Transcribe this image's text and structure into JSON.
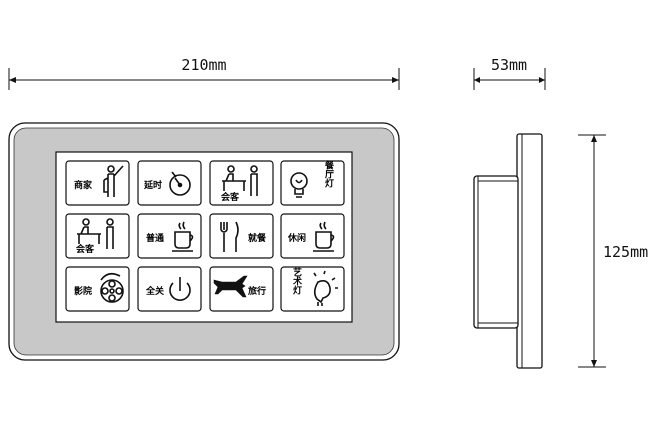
{
  "dimensions": {
    "width": "210mm",
    "depth": "53mm",
    "height": "125mm"
  },
  "buttons": [
    {
      "label": "商家",
      "icon": "person-pointing-icon"
    },
    {
      "label": "延时",
      "icon": "timer-icon"
    },
    {
      "label": "会客",
      "icon": "meeting-people-icon"
    },
    {
      "label": "餐厅灯",
      "icon": "light-bulb-icon"
    },
    {
      "label": "会客",
      "icon": "meeting-people-icon"
    },
    {
      "label": "普通",
      "icon": "coffee-cup-icon"
    },
    {
      "label": "就餐",
      "icon": "fork-knife-icon"
    },
    {
      "label": "休闲",
      "icon": "coffee-cup-icon"
    },
    {
      "label": "影院",
      "icon": "film-reel-icon"
    },
    {
      "label": "全关",
      "icon": "power-icon"
    },
    {
      "label": "旅行",
      "icon": "airplane-icon"
    },
    {
      "label": "艺术灯",
      "icon": "art-lamp-icon"
    }
  ]
}
